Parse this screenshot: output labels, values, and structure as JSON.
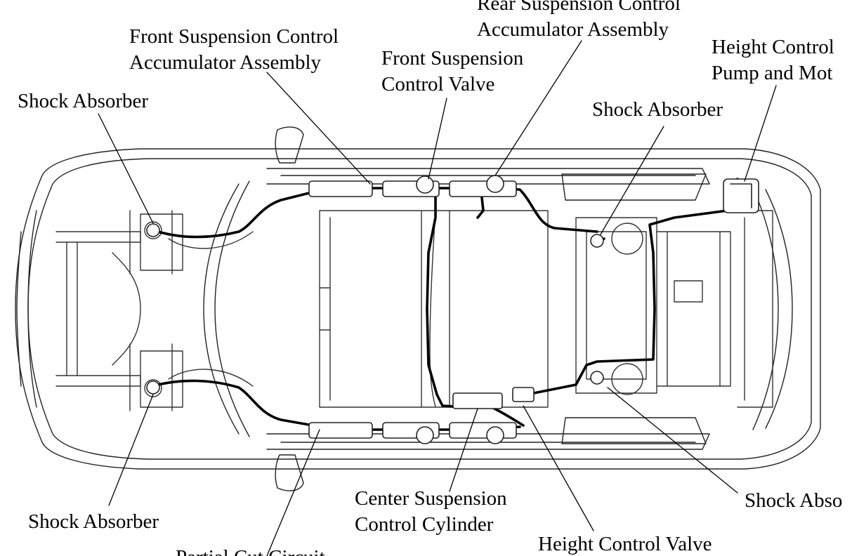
{
  "labels": {
    "rear_accumulator": {
      "line1": "Rear Suspension Control",
      "line2": "Accumulator Assembly"
    },
    "front_accumulator": {
      "line1": "Front Suspension Control",
      "line2": "Accumulator Assembly"
    },
    "front_valve": {
      "line1": "Front Suspension",
      "line2": "Control Valve"
    },
    "height_pump": {
      "line1": "Height Control",
      "line2": "Pump and Mot"
    },
    "shock_front_left": "Shock Absorber",
    "shock_rear_upper": "Shock Absorber",
    "shock_front_lower": "Shock Absorber",
    "shock_rear_lower": "Shock Abso",
    "center_cylinder": {
      "line1": "Center Suspension",
      "line2": "Control Cylinder"
    },
    "height_valve": "Height Control Valve",
    "partial_bottom": "Partial Cut Circuit"
  }
}
